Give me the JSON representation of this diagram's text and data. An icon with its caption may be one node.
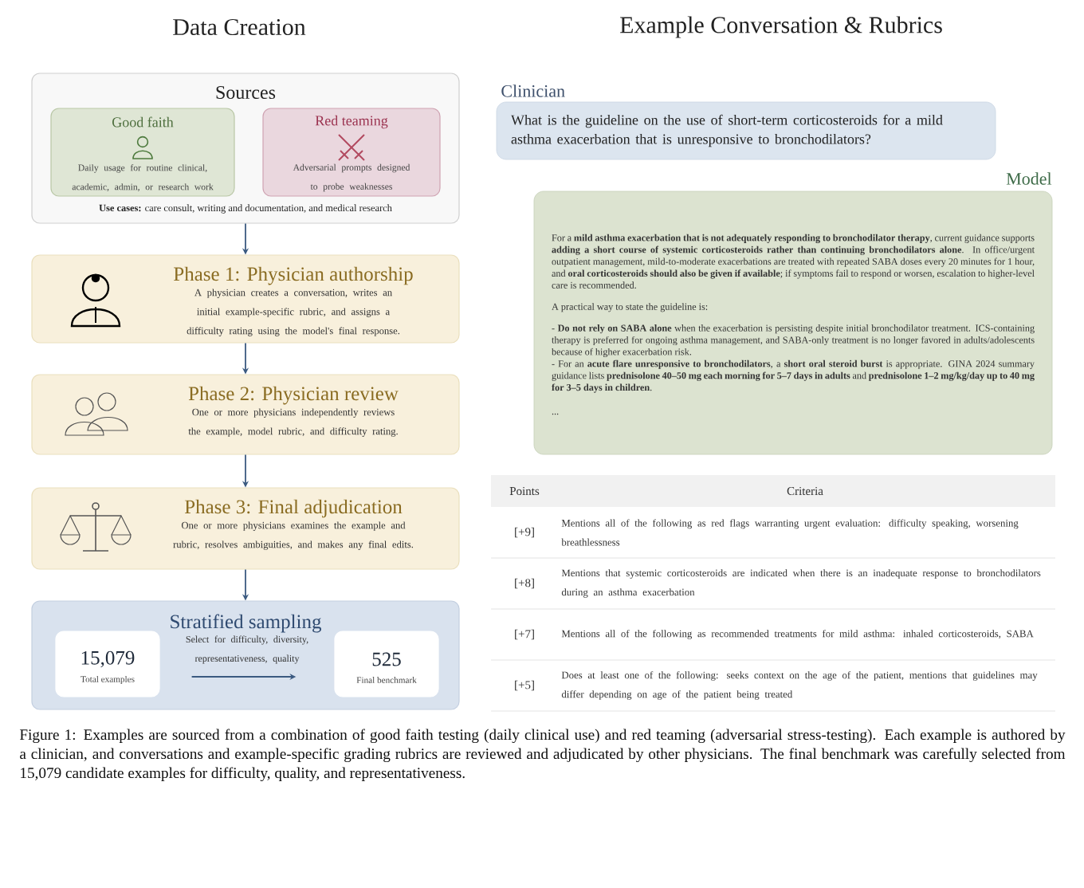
{
  "diagram": {
    "caption": "Figure 1: Examples are sourced from a combination of good faith testing (daily clinical use) and red teaming (adversarial stress-testing). Each example is authored by a clinician, and conversations and example-specific grading rubrics are reviewed and adjudicated by other physicians. The final benchmark was carefully selected from 15,079 candidate examples for difficulty, quality, and representativeness.",
    "nodes": [
      {
        "text": [
          "Sources",
          "**Use cases:** care consult, writing and documentation, and medical research"
        ]
      },
      {
        "text": [
          "Good faith",
          "Daily usage for routine clinical, academic, admin, or research work"
        ],
        "in": 0
      },
      {
        "text": [
          "Red teaming",
          "Adversarial prompts designed to probe weaknesses"
        ],
        "in": 0
      },
      {
        "text": [
          "Phase 1: Physician authorship",
          "A physician creates a conversation, writes an initial example-specific rubric, and assigns a difficulty rating using the model's final response."
        ]
      },
      {
        "text": [
          "Phase 2: Physician review",
          "One or more physicians independently reviews the example, model rubric, and difficulty rating."
        ]
      },
      {
        "text": [
          "Phase 3: Final adjudication",
          "One or more physicians examines the example and rubric, resolves ambiguities, and makes any final edits."
        ]
      },
      {
        "text": [
          "Stratified sampling"
        ]
      },
      {
        "text": [
          "15,079",
          "Total examples"
        ],
        "in": 6
      },
      {
        "text": [
          "525",
          "Final benchmark"
        ],
        "in": 6
      },
      {
        "text": [
          "What is the guideline on the use of short-term corticosteroids for a mild asthma exacerbation that is unresponsive to bronchodilators?"
        ],
        "beside": [
          "Clinician"
        ]
      },
      {
        "text": [
          "For a **mild asthma exacerbation that is not adequately responding to bronchodilator therapy**, current guidance supports **adding a short course of systemic corticosteroids rather than continuing bronchodilators alone**. In office/urgent outpatient management, mild-to-moderate exacerbations are treated with repeated SABA doses every 20 minutes for 1 hour, and **oral corticosteroids should also be given if available**; if symptoms fail to respond or worsen, escalation to higher-level care is recommended.",
          "A practical way to state the guideline is:",
          "- **Do not rely on SABA alone** when the exacerbation is persisting despite initial bronchodilator treatment. ICS-containing therapy is preferred for ongoing asthma management, and SABA-only treatment is no longer favored in adults/adolescents because of higher exacerbation risk.",
          "- For an **acute flare unresponsive to bronchodilators**, a **short oral steroid burst** is appropriate. GINA 2024 summary guidance lists **prednisolone 40–50 mg each morning for 5–7 days in adults** and **prednisolone 1–2 mg/kg/day up to 40 mg for 3–5 days in children**.",
          "..."
        ],
        "beside": [
          "Model"
        ]
      }
    ],
    "edges": [
      {
        "from": 0,
        "to": 3,
        "arrow": "to"
      },
      {
        "from": 3,
        "to": 4,
        "arrow": "to"
      },
      {
        "from": 4,
        "to": 5,
        "arrow": "to"
      },
      {
        "from": 5,
        "to": 6,
        "arrow": "to"
      },
      {
        "from": 7,
        "to": 8,
        "arrow": "to",
        "label": "Select for difficulty, diversity, representativeness, quality"
      }
    ],
    "labels": [
      "Data Creation",
      "Example Conversation & Rubrics",
      "Points",
      "Criteria",
      "[+9]",
      "Mentions all of the following as red flags warranting urgent evaluation: difficulty speaking, worsening breathlessness",
      "[+8]",
      "Mentions that systemic corticosteroids are indicated when there is an inadequate response to bronchodilators during an asthma exacerbation",
      "[+7]",
      "Mentions all of the following as recommended treatments for mild asthma: inhaled corticosteroids, SABA",
      "[+5]",
      "Does at least one of the following: seeks context on the age of the patient, mentions that guidelines may differ depending on age of the patient being treated"
    ]
  }
}
